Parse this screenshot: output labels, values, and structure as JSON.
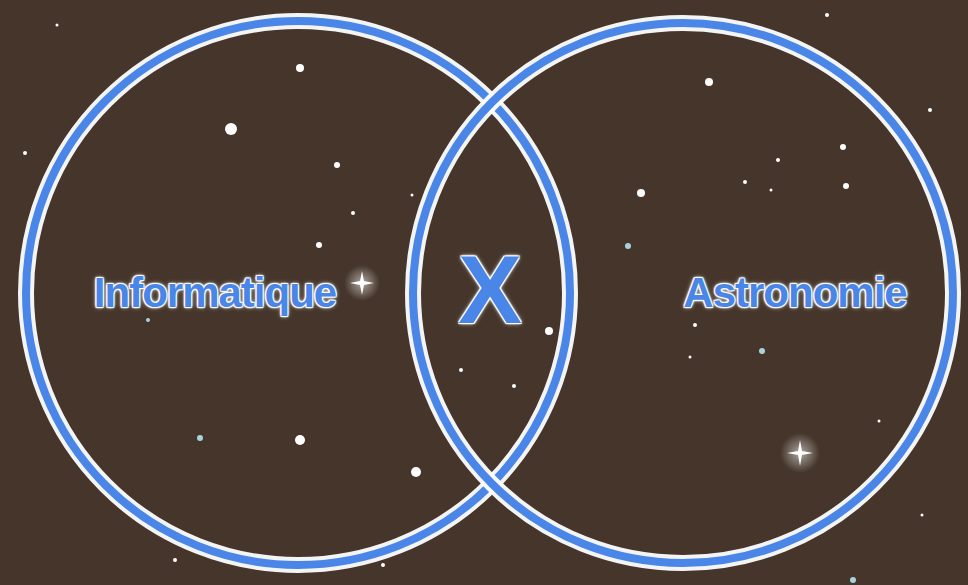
{
  "diagram": {
    "nodes": [
      {
        "text": [
          "Informatique"
        ]
      },
      {
        "text": [
          "Astronomie"
        ]
      }
    ],
    "labels": [
      "X"
    ]
  }
}
